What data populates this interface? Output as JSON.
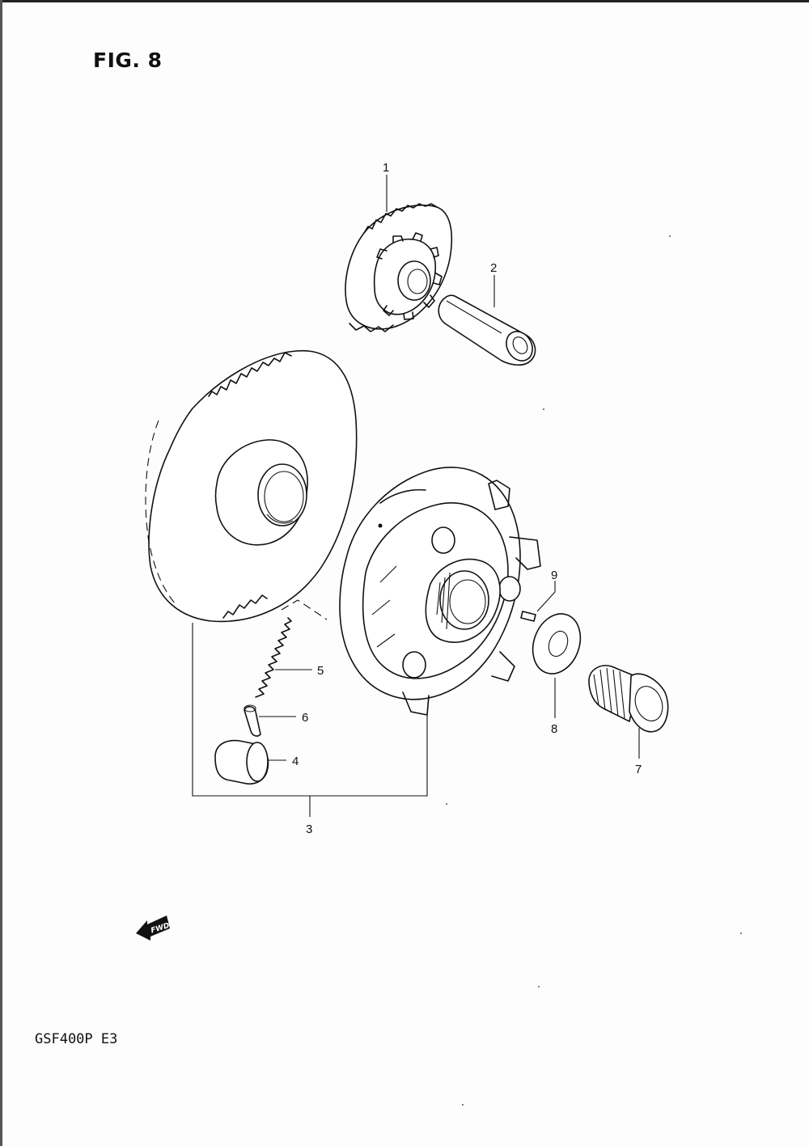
{
  "figure": {
    "title": "FIG. 8"
  },
  "model_code": "GSF400P  E3",
  "fwd_marker": {
    "label": "FWD",
    "icon": "forward-arrow-icon"
  },
  "callouts": {
    "c1": "1",
    "c2": "2",
    "c3": "3",
    "c4": "4",
    "c5": "5",
    "c6": "6",
    "c7": "7",
    "c8": "8",
    "c9": "9"
  }
}
